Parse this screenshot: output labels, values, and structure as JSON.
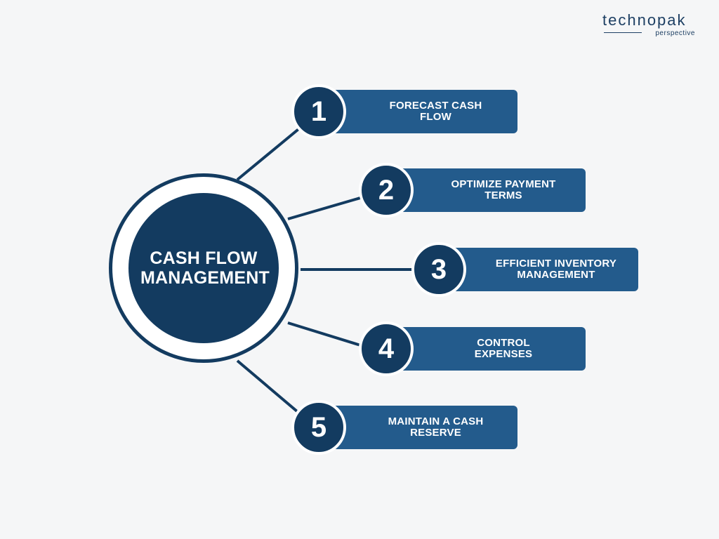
{
  "logo": {
    "word": "technopak",
    "sub": "perspective"
  },
  "hub": {
    "title": "CASH FLOW MANAGEMENT"
  },
  "steps": [
    {
      "number": "1",
      "label": "FORECAST CASH FLOW"
    },
    {
      "number": "2",
      "label": "OPTIMIZE PAYMENT TERMS"
    },
    {
      "number": "3",
      "label": "EFFICIENT INVENTORY MANAGEMENT"
    },
    {
      "number": "4",
      "label": "CONTROL EXPENSES"
    },
    {
      "number": "5",
      "label": "MAINTAIN A CASH RESERVE"
    }
  ],
  "colors": {
    "background": "#f5f6f7",
    "dark_navy": "#133b60",
    "bar_blue": "#235b8c",
    "text": "#ffffff"
  }
}
